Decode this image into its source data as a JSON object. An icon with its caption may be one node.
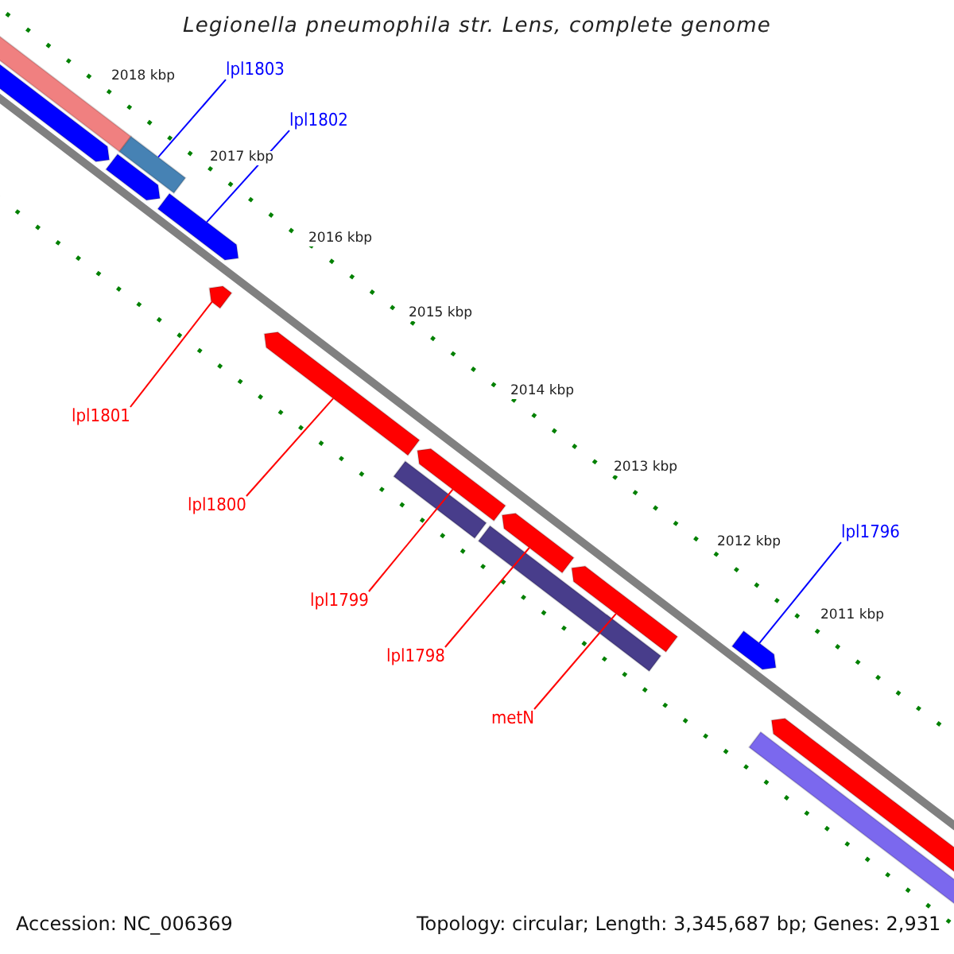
{
  "diagram": {
    "title": "Legionella pneumophila str. Lens, complete genome",
    "nodes": [
      {
        "text": [
          "lpl1803"
        ]
      },
      {
        "text": [
          "lpl1802"
        ]
      },
      {
        "text": [
          "lpl1801"
        ]
      },
      {
        "text": [
          "lpl1800"
        ]
      },
      {
        "text": [
          "lpl1799"
        ]
      },
      {
        "text": [
          "lpl1796"
        ]
      },
      {
        "text": [
          "lpl1798"
        ]
      },
      {
        "text": [
          "metN"
        ]
      },
      {
        "text": [],
        "shape": "bar"
      },
      {
        "text": [],
        "shape": "bar"
      },
      {
        "text": [],
        "shape": "bar"
      },
      {
        "text": [],
        "shape": "bar"
      },
      {
        "text": [],
        "shape": "bar"
      },
      {
        "text": [],
        "shape": "bar"
      },
      {
        "text": [],
        "shape": "bar"
      },
      {
        "text": [],
        "shape": "bar"
      },
      {
        "text": [],
        "shape": "bar"
      },
      {
        "text": [],
        "shape": "bar"
      },
      {
        "text": [],
        "shape": "bar"
      },
      {
        "text": [],
        "shape": "bar"
      },
      {
        "text": [],
        "shape": "bar"
      },
      {
        "text": [],
        "shape": "bar"
      },
      {
        "text": [],
        "shape": "bar"
      }
    ],
    "edges": [
      {
        "from": 0,
        "to": 9,
        "arrow": "none",
        "color": "#0000ff"
      },
      {
        "from": 1,
        "to": 12,
        "arrow": "none",
        "color": "#0000ff"
      },
      {
        "from": 2,
        "to": 13,
        "arrow": "none"
      },
      {
        "from": 3,
        "to": 14,
        "arrow": "none"
      },
      {
        "from": 4,
        "to": 16,
        "arrow": "none"
      },
      {
        "from": 5,
        "to": 20,
        "arrow": "none",
        "color": "#0000ff"
      },
      {
        "from": 6,
        "to": 18,
        "arrow": "none"
      },
      {
        "from": 7,
        "to": 19,
        "arrow": "none"
      }
    ],
    "labels": [
      "2018 kbp",
      "2017 kbp",
      "2016 kbp",
      "2015 kbp",
      "2014 kbp",
      "2013 kbp",
      "2012 kbp",
      "2011 kbp",
      "Accession: NC_006369",
      "Topology: circular; Length: 3,345,687 bp; Genes: 2,931"
    ]
  }
}
